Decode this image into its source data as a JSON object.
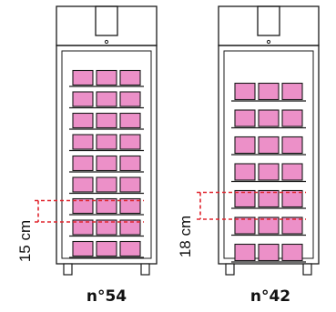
{
  "cabinets": [
    {
      "label": "n°54",
      "shelf_count": 9,
      "containers_per_shelf": 3,
      "container_color": "#ec90c8",
      "spacing_label": "15 cm"
    },
    {
      "label": "n°42",
      "shelf_count": 7,
      "containers_per_shelf": 3,
      "container_color": "#ec90c8",
      "spacing_label": "18 cm"
    }
  ],
  "colors": {
    "outline": "#1a1a1a",
    "dimension": "#e0262f"
  }
}
